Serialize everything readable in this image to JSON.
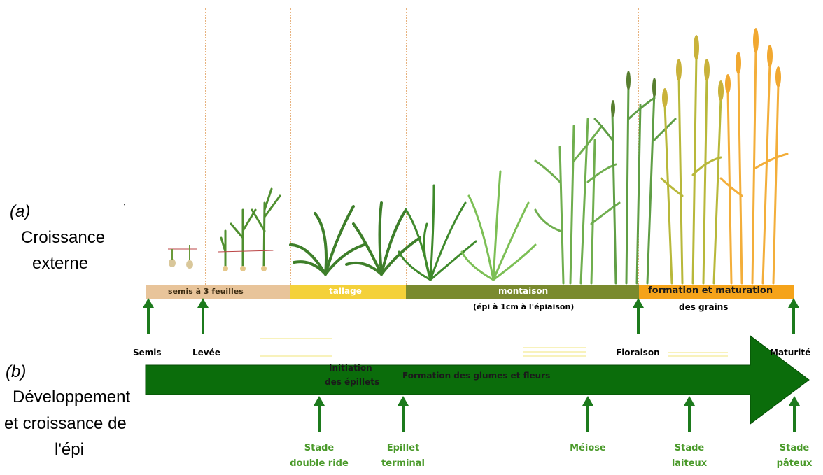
{
  "labels": {
    "a_tag": "(a)",
    "a_line1": "Croissance",
    "a_line2": "externe",
    "b_tag": "(b)",
    "b_line1": "Développement",
    "b_line2": "et croissance de",
    "b_line3": "l'épi",
    "stray_mark": ","
  },
  "phases": [
    {
      "label": "semis à 3 feuilles",
      "color": "#e8c49a"
    },
    {
      "label": "tallage",
      "color": "#f4d13a"
    },
    {
      "label": "montaison",
      "sub": "(épi à 1cm à l'épiaison)",
      "color": "#7a8a2e"
    },
    {
      "label": "formation et maturation",
      "sub": "des grains",
      "color": "#f5a31a"
    }
  ],
  "external_events": [
    "Semis",
    "Levée",
    "Floraison",
    "Maturité"
  ],
  "arrow_text": {
    "initiation_line1": "Initiation",
    "initiation_line2": "des épillets",
    "formation": "Formation des glumes et fleurs"
  },
  "ear_stages": [
    {
      "line1": "Stade",
      "line2": "double ride"
    },
    {
      "line1": "Epillet",
      "line2": "terminal"
    },
    {
      "line1": "Méiose",
      "line2": ""
    },
    {
      "line1": "Stade",
      "line2": "laiteux"
    },
    {
      "line1": "Stade",
      "line2": "pâteux"
    }
  ],
  "colors": {
    "arrow_green": "#0b6d0b",
    "event_arrow": "#1c7a1c",
    "stage_text": "#4a9a2a"
  }
}
